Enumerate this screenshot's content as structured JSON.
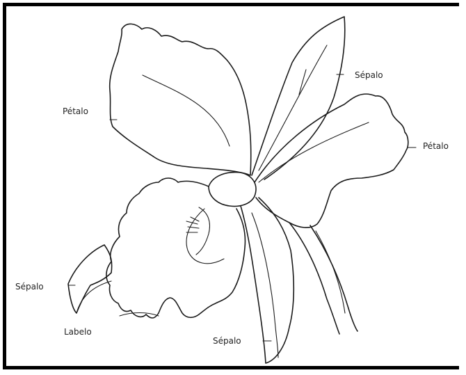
{
  "diagram": {
    "labels": {
      "petal_left": "Pétalo",
      "sepal_top": "Sépalo",
      "petal_right": "Pétalo",
      "sepal_left": "Sépalo",
      "labellum": "Labelo",
      "sepal_bottom": "Sépalo"
    },
    "colors": {
      "line": "#1a1a1a",
      "frame": "#000000",
      "background": "#ffffff"
    }
  }
}
